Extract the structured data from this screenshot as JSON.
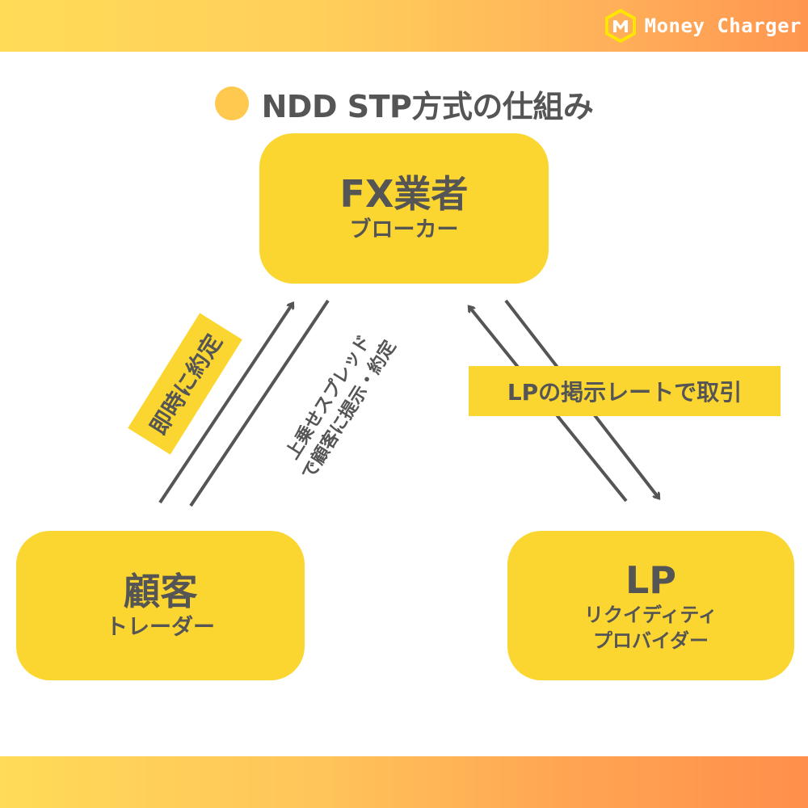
{
  "brand": {
    "name": "Money Charger",
    "logo_letter": "M",
    "logo_icon": "hexagon-m-logo"
  },
  "colors": {
    "node_fill": "#fcd630",
    "text": "#555555",
    "title_dot": "#ffc94f",
    "bar_gradient_start": "#ffdb58",
    "bar_gradient_end": "#ff9650",
    "arrow": "#555555"
  },
  "title": {
    "text": "NDD STP方式の仕組み",
    "bullet_icon": "circle-bullet"
  },
  "nodes": {
    "broker": {
      "main": "FX業者",
      "sub": "ブローカー"
    },
    "customer": {
      "main": "顧客",
      "sub": "トレーダー"
    },
    "lp": {
      "main": "LP",
      "sub_line1": "リクイディティ",
      "sub_line2": "プロバイダー"
    }
  },
  "edges": {
    "customer_broker": {
      "label_box": "即時に約定",
      "label_line1": "上乗せスプレッド",
      "label_line2": "で顧客に提示・約定"
    },
    "broker_lp": {
      "label_box": "LPの掲示レートで取引"
    }
  }
}
